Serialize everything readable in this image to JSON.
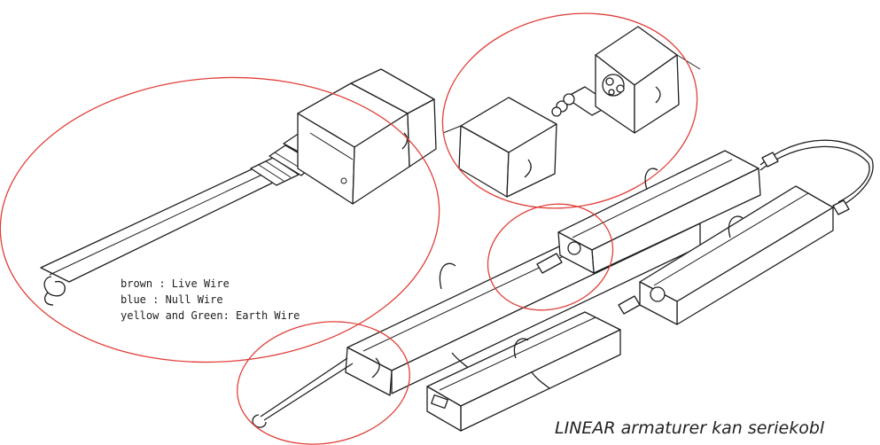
{
  "labels": {
    "brown": "brown : Live Wire",
    "blue": "blue  : Null Wire",
    "earth": "yellow and Green: Earth Wire"
  },
  "caption": "LINEAR armaturer kan seriekobl",
  "colors": {
    "ellipse": "#e0403a",
    "line": "#1e1e1e",
    "caption": "#222222"
  }
}
